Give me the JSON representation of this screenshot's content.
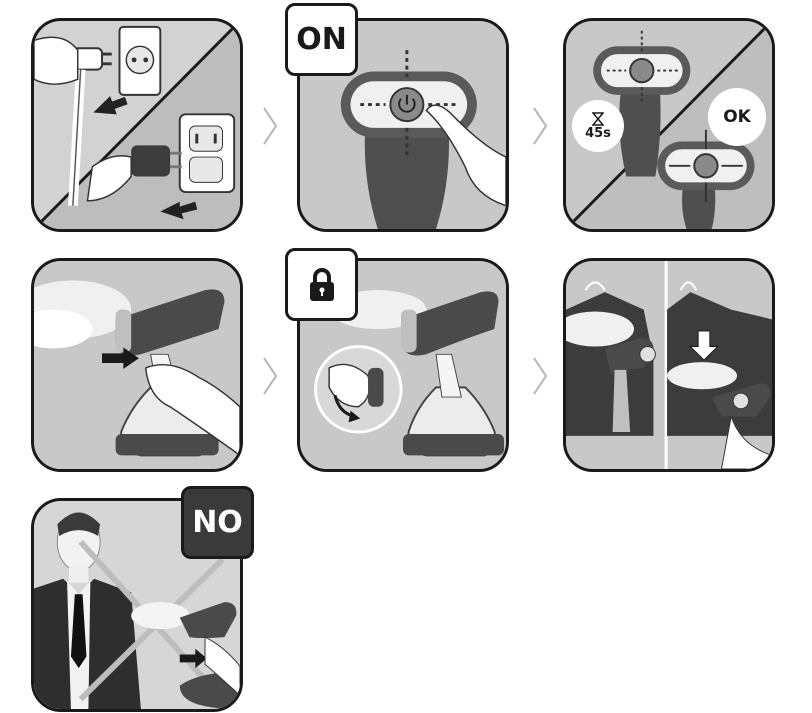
{
  "badges": {
    "on_label": "ON",
    "ok_label": "OK",
    "timer_label": "45s",
    "no_label": "NO"
  },
  "icons": {
    "plug": "plug-icon",
    "power": "power-button-icon",
    "hourglass": "hourglass-icon",
    "lock": "lock-icon",
    "arrow": "arrow-icon",
    "chevron": "chevron-right-icon",
    "cross": "cross-icon"
  },
  "colors": {
    "border": "#1a1a1a",
    "panel_bg": "#c8c8c8",
    "device": "#4a4a4a",
    "steam": "#f2f2f2"
  }
}
